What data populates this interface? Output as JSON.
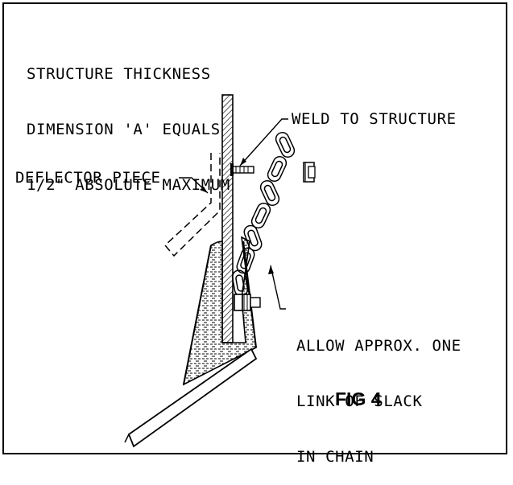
{
  "notes": {
    "thickness": [
      "STRUCTURE THICKNESS",
      "DIMENSION 'A' EQUALS",
      "1/2\" ABSOLUTE MAXIMUM"
    ],
    "weld": "WELD TO STRUCTURE",
    "deflector": "DEFLECTOR PIECE",
    "slack": [
      "ALLOW APPROX. ONE",
      "LINK OF SLACK",
      "IN CHAIN"
    ],
    "figure": "FIG 4"
  },
  "colors": {
    "line": "#000000",
    "background": "#ffffff"
  }
}
